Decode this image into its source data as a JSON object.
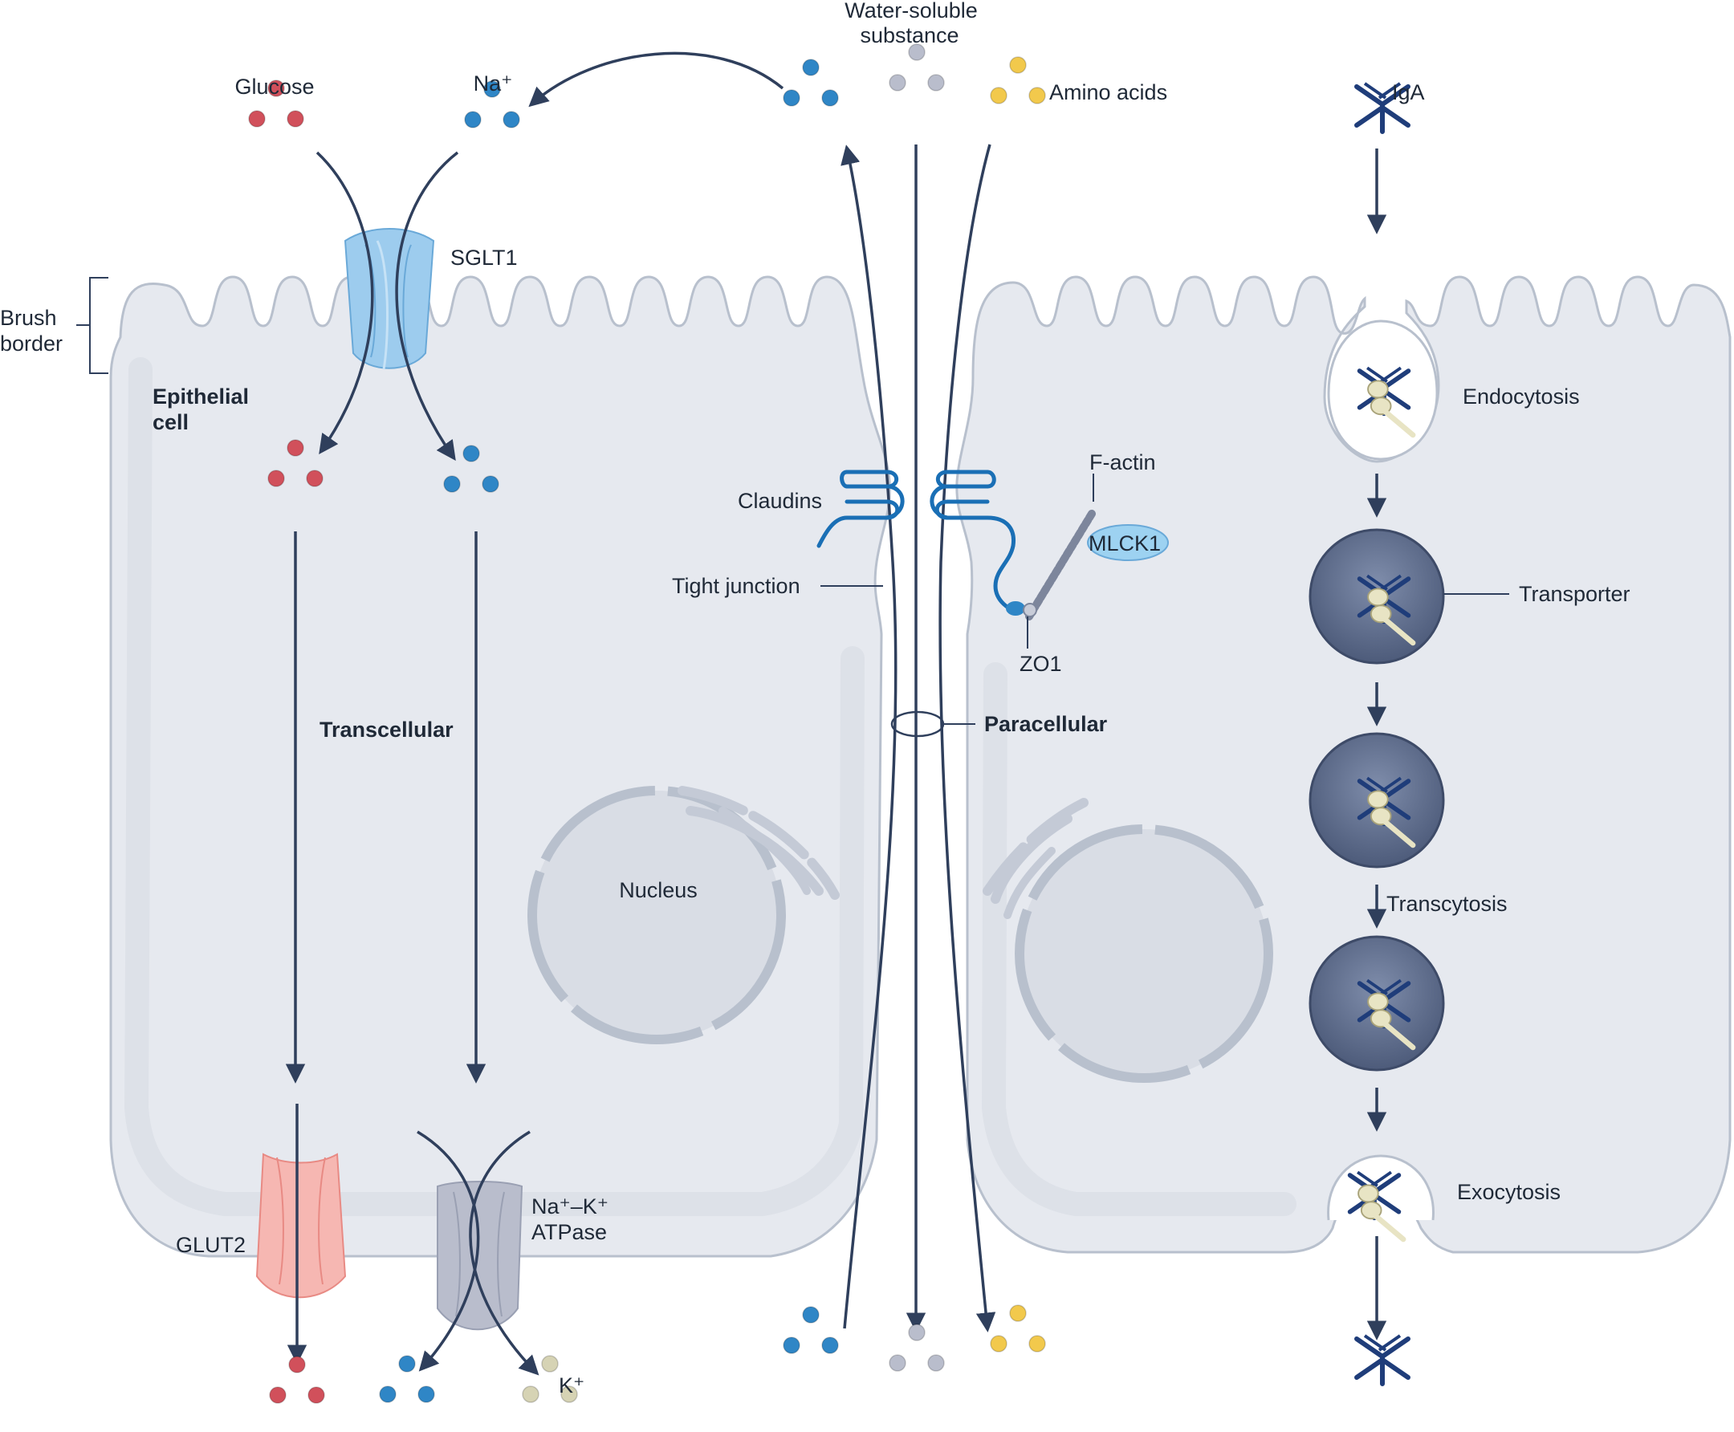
{
  "labels": {
    "glucose_top": "Glucose",
    "na_top": "Na⁺",
    "water_soluble_1": "Water-soluble",
    "water_soluble_2": "substance",
    "amino_acids": "Amino acids",
    "iga": "IgA",
    "sglt1": "SGLT1",
    "brush_border_1": "Brush",
    "brush_border_2": "border",
    "epithelial_1": "Epithelial",
    "epithelial_2": "cell",
    "claudins": "Claudins",
    "f_actin": "F-actin",
    "mlck1": "MLCK1",
    "tight_junction": "Tight junction",
    "zo1": "ZO1",
    "transcellular": "Transcellular",
    "paracellular": "Paracellular",
    "nucleus": "Nucleus",
    "endocytosis": "Endocytosis",
    "transporter": "Transporter",
    "transcytosis": "Transcytosis",
    "exocytosis": "Exocytosis",
    "glut2": "GLUT2",
    "nak_atpase_1": "Na⁺–K⁺",
    "nak_atpase_2": "ATPase",
    "k_bottom": "K⁺"
  },
  "colors": {
    "cell_fill": "#e6e9ef",
    "cell_stroke": "#b8c0cd",
    "arrow": "#2f3f5c",
    "glucose": "#d1505b",
    "sodium": "#2f86c6",
    "water": "#b9bdcc",
    "amino": "#f2c94c",
    "potassium": "#d6d3b4",
    "sglt1": "#9dccee",
    "glut2": "#f6b7b2",
    "atpase": "#b9bdcc",
    "claudin": "#1a6fb5",
    "iga": "#1f3d7a",
    "vesicle": "#5f6f8f"
  }
}
